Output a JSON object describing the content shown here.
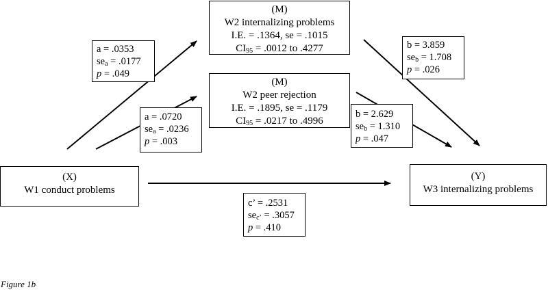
{
  "nodes": {
    "x": {
      "code": "(X)",
      "label": "W1 conduct problems"
    },
    "m1": {
      "code": "(M)",
      "label": "W2 internalizing problems",
      "ie": "I.E. = .1364, se = .1015",
      "ci_prefix": "CI",
      "ci_sub": "95",
      "ci_value": " = .0012 to .4277"
    },
    "m2": {
      "code": "(M)",
      "label": "W2 peer rejection",
      "ie": "I.E. = .1895, se = .1179",
      "ci_prefix": "CI",
      "ci_sub": "95",
      "ci_value": " = .0217 to .4996"
    },
    "y": {
      "code": "(Y)",
      "label": "W3 internalizing problems"
    }
  },
  "paths": {
    "a1": {
      "coef": "a = .0353",
      "se_prefix": "se",
      "se_sub": "a",
      "se_value": " = .0177",
      "p_label": "p",
      "p_value": " = .049"
    },
    "a2": {
      "coef": "a = .0720",
      "se_prefix": "se",
      "se_sub": "a",
      "se_value": " = .0236",
      "p_label": "p",
      "p_value": " = .003"
    },
    "b1": {
      "coef": "b = 3.859",
      "se_prefix": "se",
      "se_sub": "b",
      "se_value": " = 1.708",
      "p_label": "p",
      "p_value": " = .026"
    },
    "b2": {
      "coef": "b = 2.629",
      "se_prefix": "se",
      "se_sub": "b",
      "se_value": " = 1.310",
      "p_label": "p",
      "p_value": " = .047"
    },
    "c": {
      "coef": "c’ = .2531",
      "se_prefix": "se",
      "se_sub": "c’",
      "se_value": " = .3057",
      "p_label": "p",
      "p_value": " = .410"
    }
  },
  "caption": "Figure 1b"
}
